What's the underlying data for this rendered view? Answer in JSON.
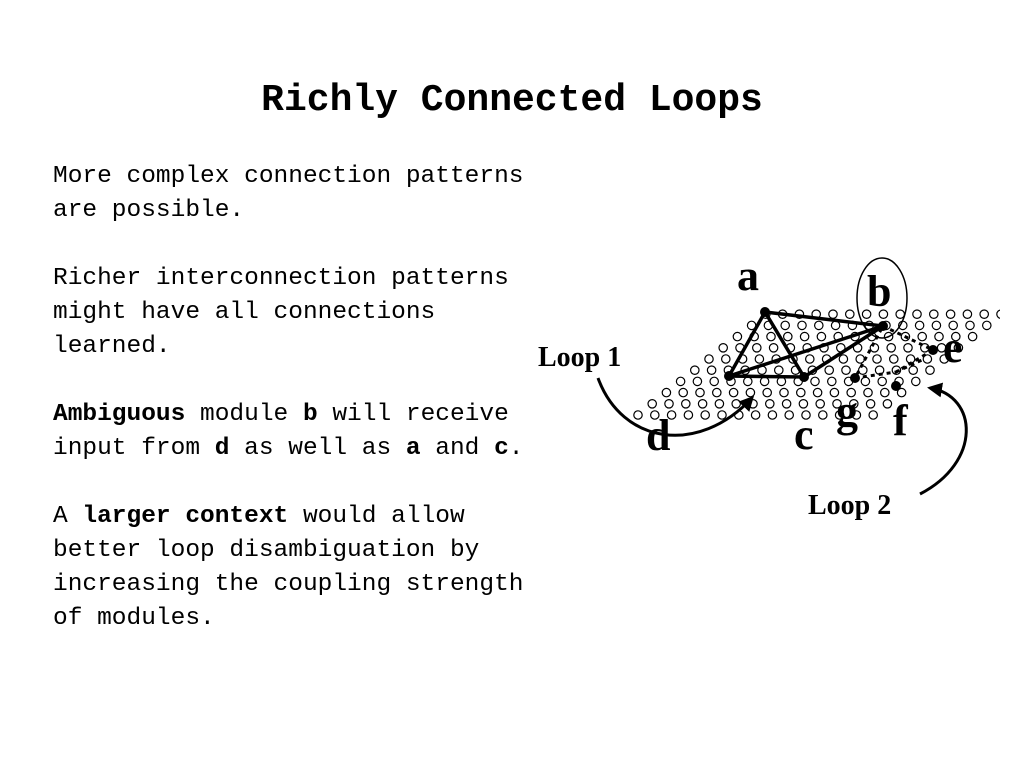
{
  "slide": {
    "title": "Richly Connected Loops",
    "paragraphs": {
      "p1": "More complex connection patterns are possible.",
      "p2": "Richer interconnection patterns might have  all connections learned.",
      "p3": {
        "t1": "Ambiguous",
        "t2": " module ",
        "t3": "b",
        "t4": " will receive input from ",
        "t5": "d",
        "t6": " as well as ",
        "t7": "a",
        "t8": " and ",
        "t9": "c",
        "t10": "."
      },
      "p4": {
        "t1": "A ",
        "t2": "larger context",
        "t3": " would allow better loop disambiguation by increasing the coupling strength of modules."
      }
    }
  },
  "figure": {
    "labels": {
      "a": "a",
      "b": "b",
      "c": "c",
      "d": "d",
      "e": "e",
      "f": "f",
      "g": "g",
      "loop1": "Loop 1",
      "loop2": "Loop 2"
    }
  }
}
